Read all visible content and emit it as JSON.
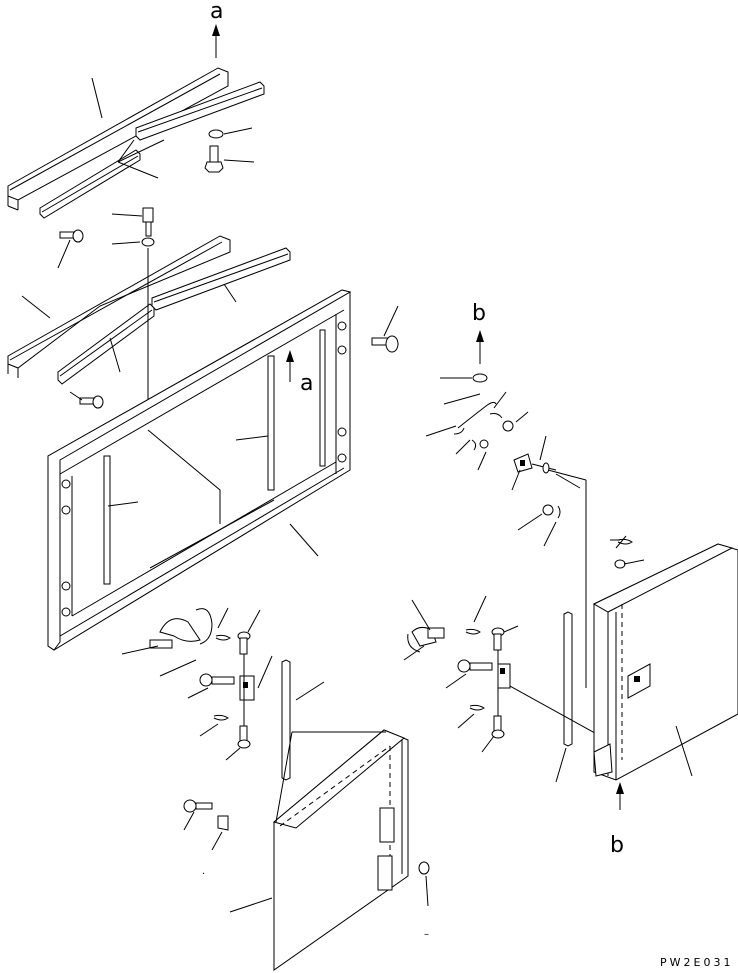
{
  "diagram": {
    "callouts": {
      "a_top": "a",
      "a_frame": "a",
      "b_top": "b",
      "b_bottom": "b"
    },
    "drawing_code": "PW2E031"
  }
}
